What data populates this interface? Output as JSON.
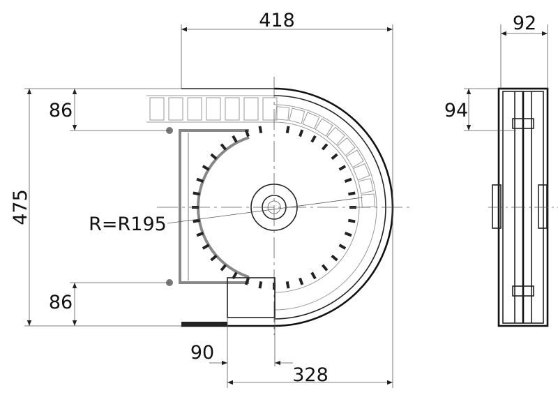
{
  "dimensions": {
    "width_top": "418",
    "side_width": "92",
    "top_offset": "86",
    "side_height": "94",
    "total_height": "475",
    "radius": "R=R195",
    "bottom_offset": "86",
    "small_offset": "90",
    "base_width": "328"
  }
}
